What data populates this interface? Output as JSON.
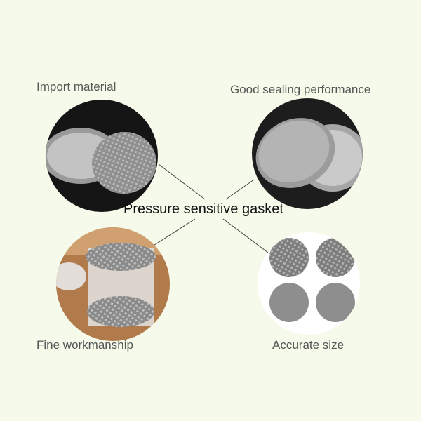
{
  "title": "Pressure sensitive gasket",
  "features": {
    "top_left": "Import material",
    "top_right": "Good sealing performance",
    "bottom_left": "Fine workmanship",
    "bottom_right": "Accurate size"
  },
  "colors": {
    "background": "#f5faea",
    "label_text": "#555555",
    "title_text": "#111111",
    "connector_lines": "#444444"
  }
}
